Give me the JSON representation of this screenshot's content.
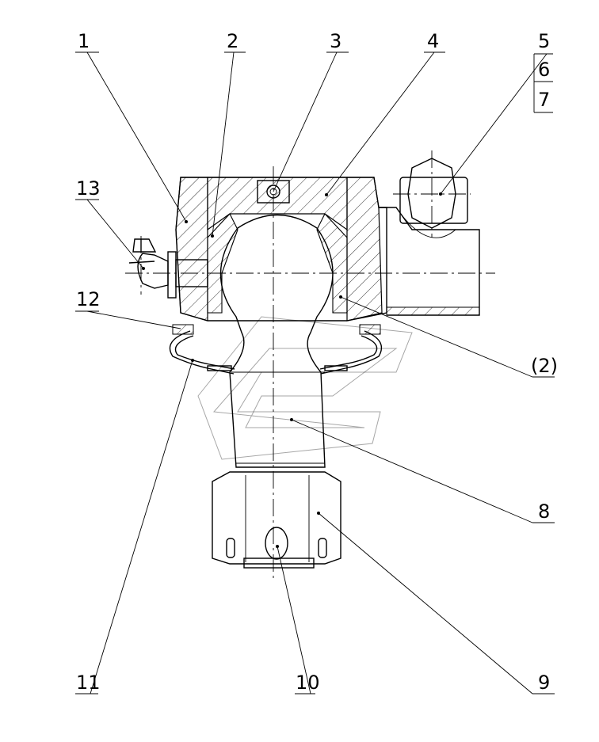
{
  "diagram": {
    "labels": [
      {
        "id": "1",
        "text": "1"
      },
      {
        "id": "2",
        "text": "2"
      },
      {
        "id": "3",
        "text": "3"
      },
      {
        "id": "4",
        "text": "4"
      },
      {
        "id": "5",
        "text": "5"
      },
      {
        "id": "6",
        "text": "6"
      },
      {
        "id": "7",
        "text": "7"
      },
      {
        "id": "13",
        "text": "13"
      },
      {
        "id": "12",
        "text": "12"
      },
      {
        "id": "2b",
        "text": "(2)"
      },
      {
        "id": "8",
        "text": "8"
      },
      {
        "id": "9",
        "text": "9"
      },
      {
        "id": "10",
        "text": "10"
      },
      {
        "id": "11",
        "text": "11"
      }
    ]
  }
}
